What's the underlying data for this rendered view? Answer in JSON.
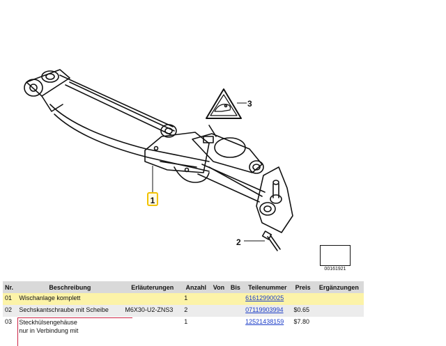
{
  "diagram": {
    "callouts": [
      "1",
      "2",
      "3"
    ],
    "reference_number": "00161921"
  },
  "table": {
    "headers": [
      "Nr.",
      "Beschreibung",
      "Erläuterungen",
      "Anzahl",
      "Von",
      "Bis",
      "Teilenummer",
      "Preis",
      "Ergänzungen"
    ],
    "rows": [
      {
        "nr": "01",
        "beschreibung": "Wischanlage komplett",
        "erlaeuterungen": "",
        "anzahl": "1",
        "von": "",
        "bis": "",
        "teilenummer": "61612990025",
        "preis": "",
        "ergaenzungen": ""
      },
      {
        "nr": "02",
        "beschreibung": "Sechskantschraube mit Scheibe",
        "erlaeuterungen": "M6X30-U2-ZNS3",
        "anzahl": "2",
        "von": "",
        "bis": "",
        "teilenummer": "07119903994",
        "preis": "$0.65",
        "ergaenzungen": ""
      },
      {
        "nr": "03",
        "beschreibung": "Steckhülsengehäuse",
        "beschreibung_line2": "nur in Verbindung mit",
        "erlaeuterungen": "",
        "anzahl": "1",
        "von": "",
        "bis": "",
        "teilenummer": "12521438159",
        "preis": "$7.80",
        "ergaenzungen": ""
      }
    ]
  },
  "colors": {
    "highlight_row": "#fcf3a8",
    "alt_row": "#ececec",
    "header": "#d9d9d9",
    "link": "#1a3cc8",
    "callout_border": "#f2c200"
  }
}
